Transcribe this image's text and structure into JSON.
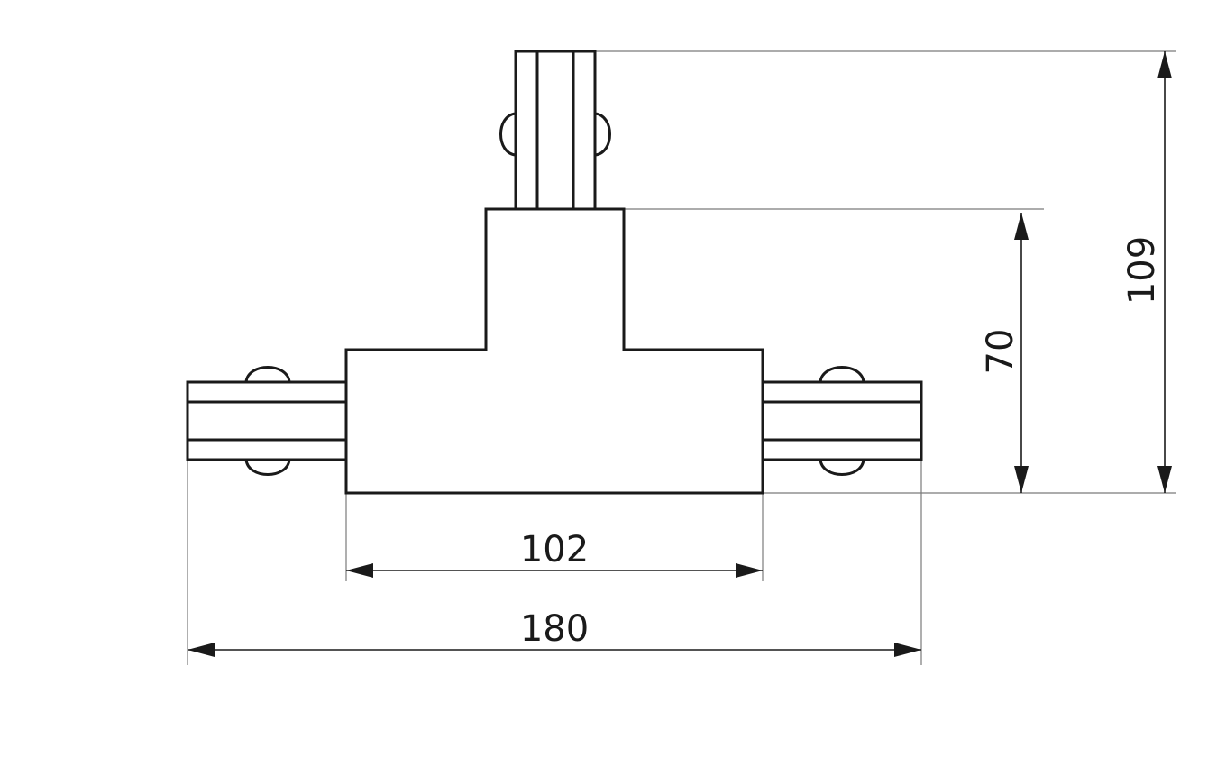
{
  "dimensions": {
    "body_width": "102",
    "overall_width": "180",
    "body_height": "70",
    "overall_height": "109"
  },
  "colors": {
    "line": "#1a1a1a",
    "extension_line": "#7a7a7a",
    "background": "#ffffff"
  }
}
